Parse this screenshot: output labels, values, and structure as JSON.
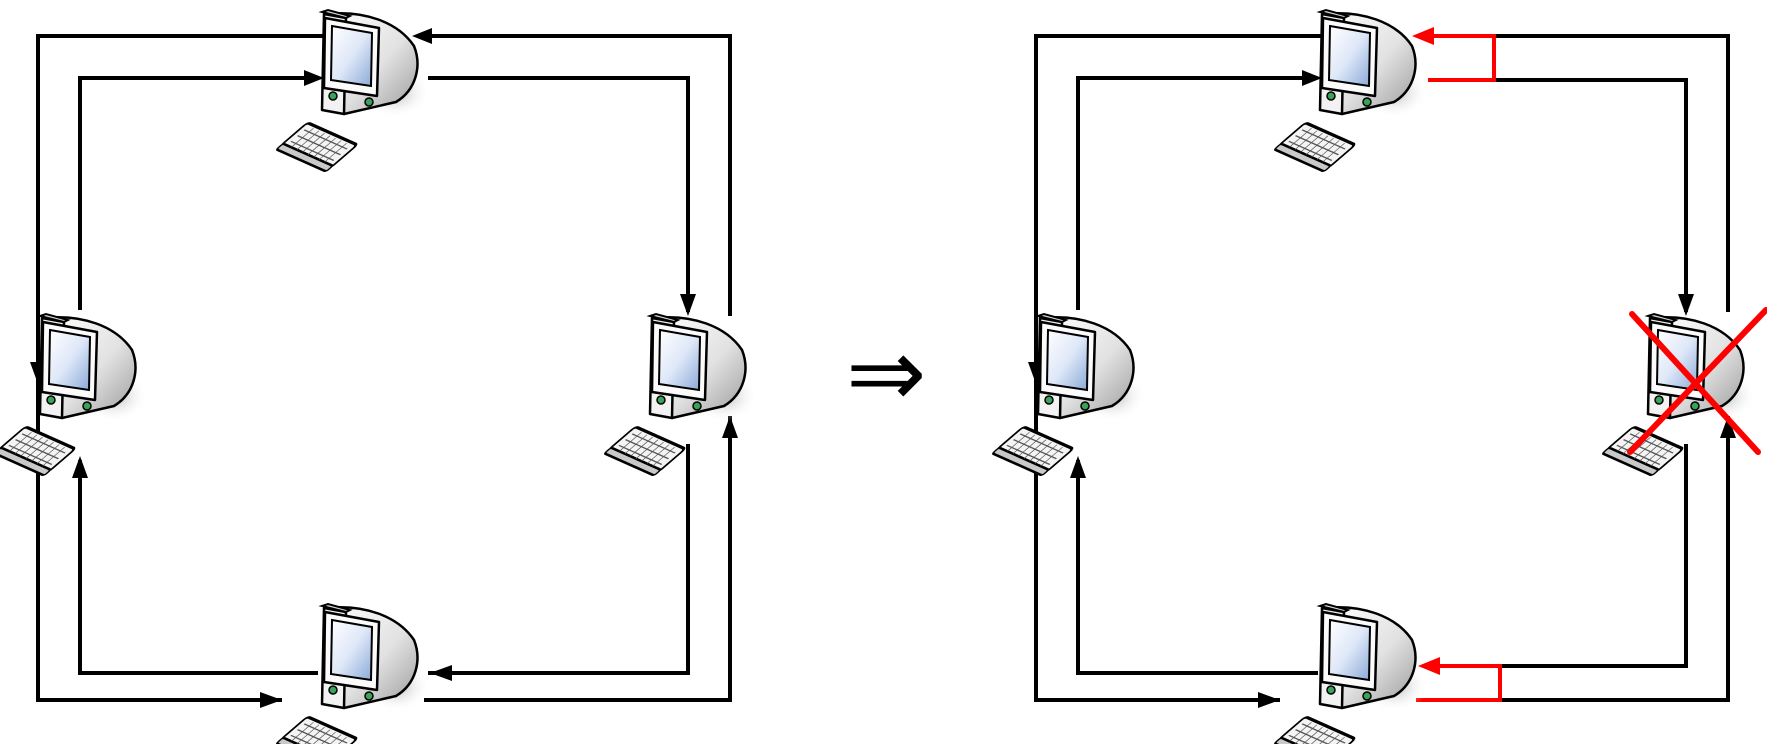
{
  "diagram": {
    "connector_symbol": "⇒",
    "colors": {
      "line": "#000000",
      "failure": "#ff0000",
      "screen_light": "#eef3ff",
      "screen_dark": "#8aa9d8",
      "case_light": "#ffffff",
      "case_dark": "#9a9a9a",
      "led": "#3aa35a"
    },
    "icons": {
      "node": "computer-terminal-icon",
      "failure": "failure-x-icon",
      "loopback": "loopback-arrow-icon"
    },
    "left_ring": {
      "state": "normal",
      "nodes": [
        {
          "id": "top",
          "status": "active"
        },
        {
          "id": "left",
          "status": "active"
        },
        {
          "id": "right",
          "status": "active"
        },
        {
          "id": "bottom",
          "status": "active"
        }
      ]
    },
    "right_ring": {
      "state": "failover",
      "nodes": [
        {
          "id": "top",
          "status": "loopback"
        },
        {
          "id": "left",
          "status": "active"
        },
        {
          "id": "right",
          "status": "failed"
        },
        {
          "id": "bottom",
          "status": "loopback"
        }
      ]
    }
  }
}
